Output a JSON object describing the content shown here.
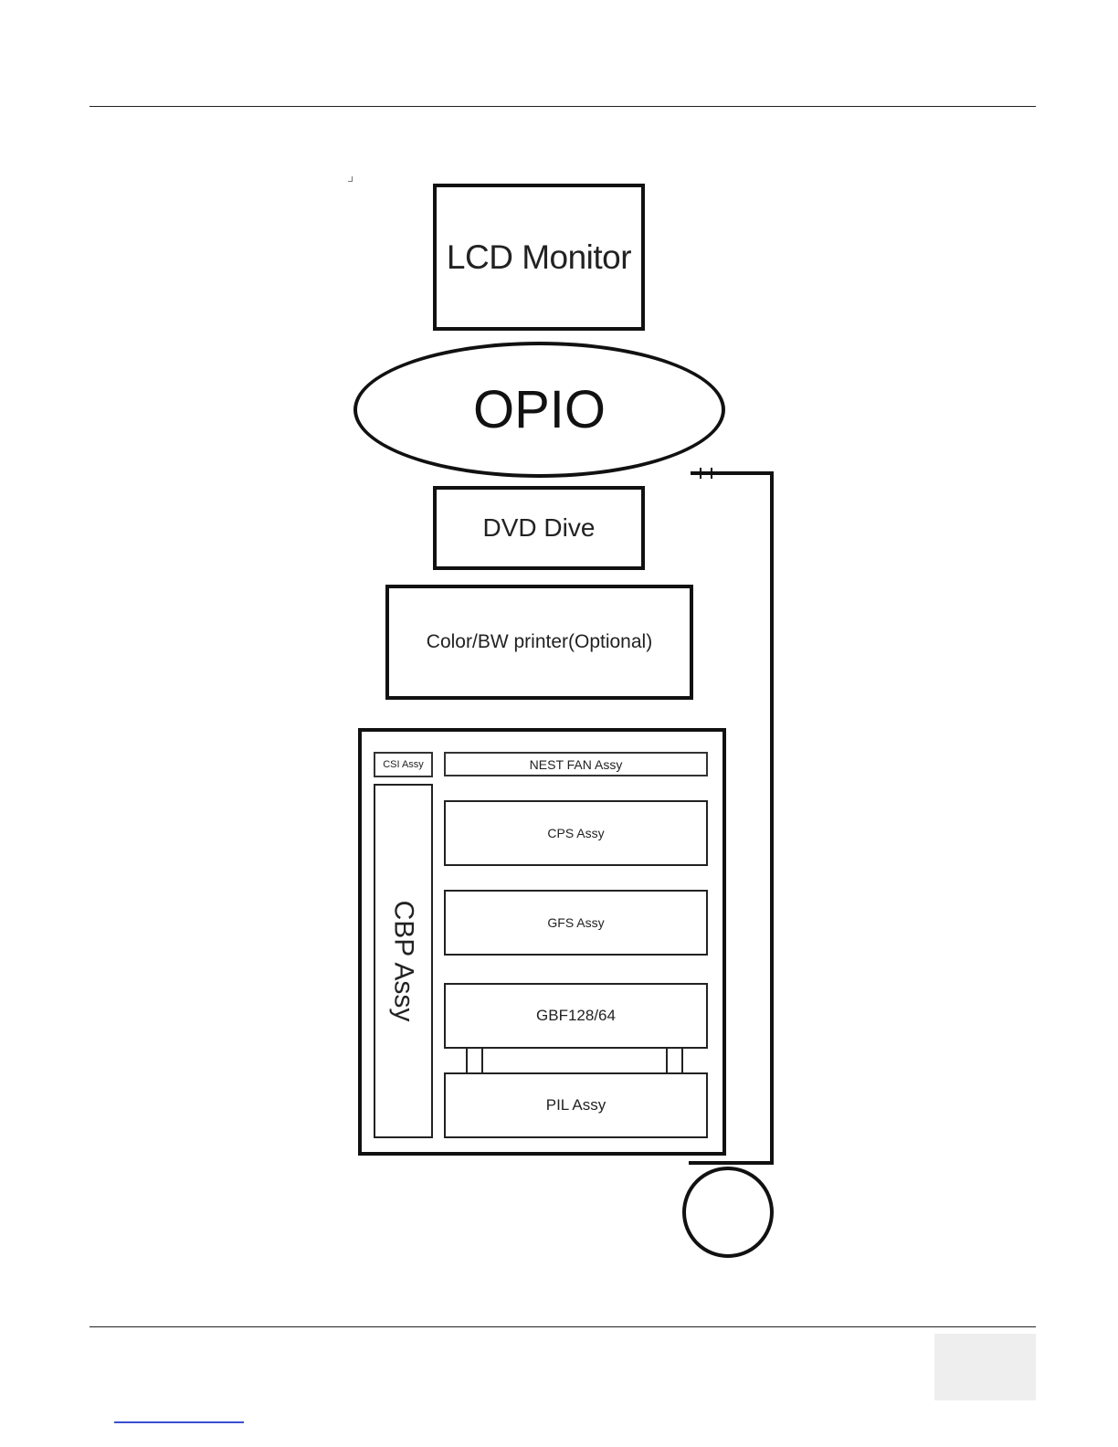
{
  "diagram": {
    "lcd_monitor": "LCD Monitor",
    "opio": "OPIO",
    "dvd_drive": "DVD Dive",
    "printer": "Color/BW printer(Optional)",
    "cabinet": {
      "csi": "CSI Assy",
      "nest_fan": "NEST FAN Assy",
      "cbp": "CBP Assy",
      "cps": "CPS Assy",
      "gfs": "GFS Assy",
      "gbf": "GBF128/64",
      "pil": "PIL Assy"
    }
  },
  "footer": {
    "page_label": ""
  }
}
